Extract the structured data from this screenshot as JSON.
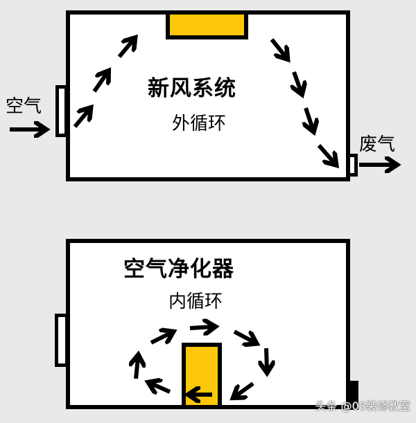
{
  "top_diagram": {
    "title": "新风系统",
    "subtitle": "外循环",
    "inlet_label": "空气",
    "outlet_label": "废气"
  },
  "bottom_diagram": {
    "title": "空气净化器",
    "subtitle": "内循环"
  },
  "watermark": "头条 @08装修教室",
  "colors": {
    "unit": "#fcc70a",
    "background": "#e9e9ea",
    "room": "#ffffff",
    "stroke": "#000000"
  }
}
